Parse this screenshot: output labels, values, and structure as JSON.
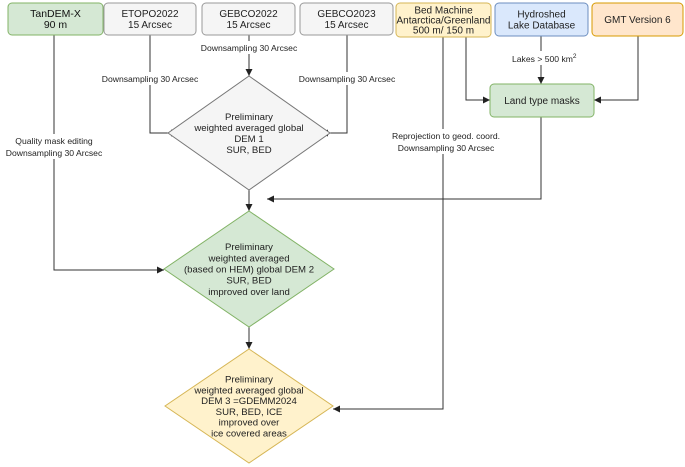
{
  "sources": [
    {
      "id": "tandem",
      "lines": [
        "TanDEM-X",
        "90 m"
      ],
      "fill": "#d5e8d4",
      "stroke": "#82b366"
    },
    {
      "id": "etopo",
      "lines": [
        "ETOPO2022",
        "15 Arcsec"
      ],
      "fill": "#f5f5f5",
      "stroke": "#999999"
    },
    {
      "id": "gebco22",
      "lines": [
        "GEBCO2022",
        "15 Arcsec"
      ],
      "fill": "#f5f5f5",
      "stroke": "#999999"
    },
    {
      "id": "gebco23",
      "lines": [
        "GEBCO2023",
        "15 Arcsec"
      ],
      "fill": "#f5f5f5",
      "stroke": "#999999"
    },
    {
      "id": "bedmachine",
      "lines": [
        "Bed Machine",
        "Antarctica/Greenland",
        "500 m/ 150 m"
      ],
      "fill": "#fff2cc",
      "stroke": "#d6b656"
    },
    {
      "id": "hydroshed",
      "lines": [
        "Hydroshed",
        "Lake Database"
      ],
      "fill": "#dae8fc",
      "stroke": "#6c8ebf"
    },
    {
      "id": "gmt",
      "lines": [
        "GMT Version 6"
      ],
      "fill": "#ffe6cc",
      "stroke": "#d79b00"
    }
  ],
  "land_mask": {
    "label": "Land type masks",
    "fill": "#d5e8d4",
    "stroke": "#82b366"
  },
  "edge_labels": {
    "gebco22_down": "Downsampling 30 Arcsec",
    "etopo_down": "Downsampling 30 Arcsec",
    "gebco23_down": "Downsampling 30 Arcsec",
    "tandem_quality": [
      "Quality mask editing",
      "Downsampling 30 Arcsec"
    ],
    "bedmachine_reproj": [
      "Reprojection to geod. coord.",
      "Downsampling 30 Arcsec"
    ],
    "lakes_base": "Lakes > 500 km",
    "lakes_sup": "2"
  },
  "dem1": {
    "lines": [
      "Preliminary",
      "weighted averaged global",
      "DEM 1",
      "SUR, BED"
    ],
    "fill": "#f5f5f5",
    "stroke": "#777777"
  },
  "dem2": {
    "lines": [
      "Preliminary",
      "weighted averaged",
      "(based on HEM) global DEM 2",
      "SUR, BED",
      "improved over land"
    ],
    "fill": "#d5e8d4",
    "stroke": "#82b366"
  },
  "dem3": {
    "lines": [
      "Preliminary",
      "weighted averaged global",
      "DEM 3 =GDEMM2024",
      "SUR, BED, ICE",
      "improved over",
      "ice covered areas"
    ],
    "fill": "#fff2cc",
    "stroke": "#d6b656"
  }
}
